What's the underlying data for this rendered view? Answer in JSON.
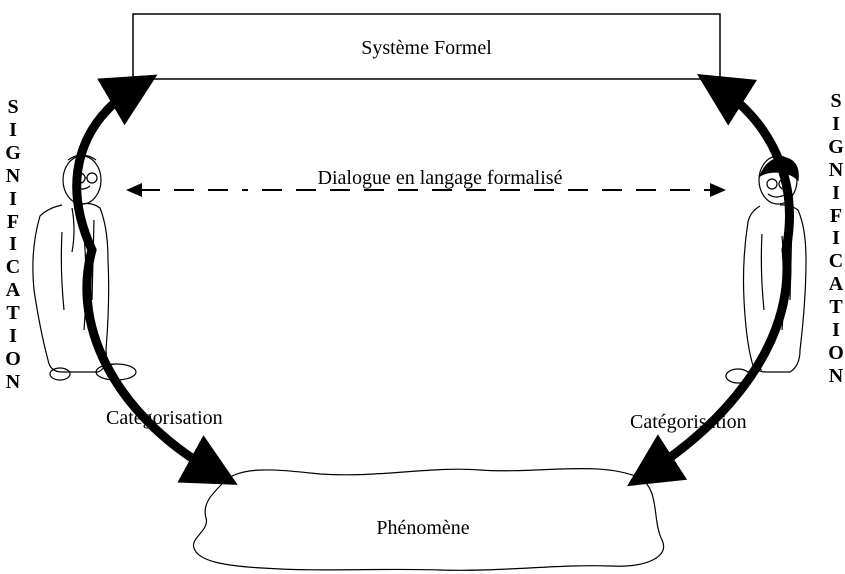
{
  "system_box": {
    "label": "Système Formel"
  },
  "dialogue": {
    "label": "Dialogue en langage formalisé"
  },
  "phenomenon": {
    "label": "Phénomène"
  },
  "categorisation": {
    "left_label": "Catégorisation",
    "right_label": "Catégorisation"
  },
  "signification": {
    "left_letters": [
      "S",
      "I",
      "G",
      "N",
      "I",
      "F",
      "I",
      "C",
      "A",
      "T",
      "I",
      "O",
      "N"
    ],
    "right_letters": [
      "S",
      "I",
      "G",
      "N",
      "I",
      "F",
      "I",
      "C",
      "A",
      "T",
      "I",
      "O",
      "N"
    ]
  },
  "figures": {
    "left_icon": "person-figure-icon",
    "right_icon": "person-figure-icon"
  },
  "colors": {
    "stroke": "#000000",
    "background": "#ffffff"
  }
}
